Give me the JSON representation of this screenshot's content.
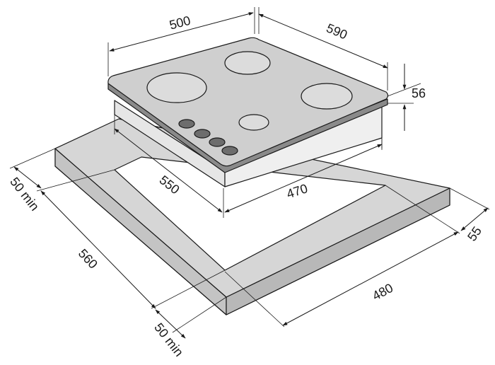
{
  "dimensions": {
    "top_width": "500",
    "top_depth": "590",
    "thickness": "56",
    "cutout_depth": "550",
    "cutout_width": "470",
    "min_left": "50 min",
    "counter_depth": "560",
    "min_front": "50 min",
    "counter_width": "480",
    "right_margin": "55"
  },
  "colors": {
    "hob_top": "#cfcfcf",
    "hob_edge": "#8a8a8a",
    "hob_body": "#e6e6e6",
    "counter_top": "#d6d6d6",
    "counter_front": "#c4c4c4",
    "counter_side": "#b8b8b8",
    "burner_ring": "#dcdcdc",
    "knob": "#6d6d6d"
  }
}
